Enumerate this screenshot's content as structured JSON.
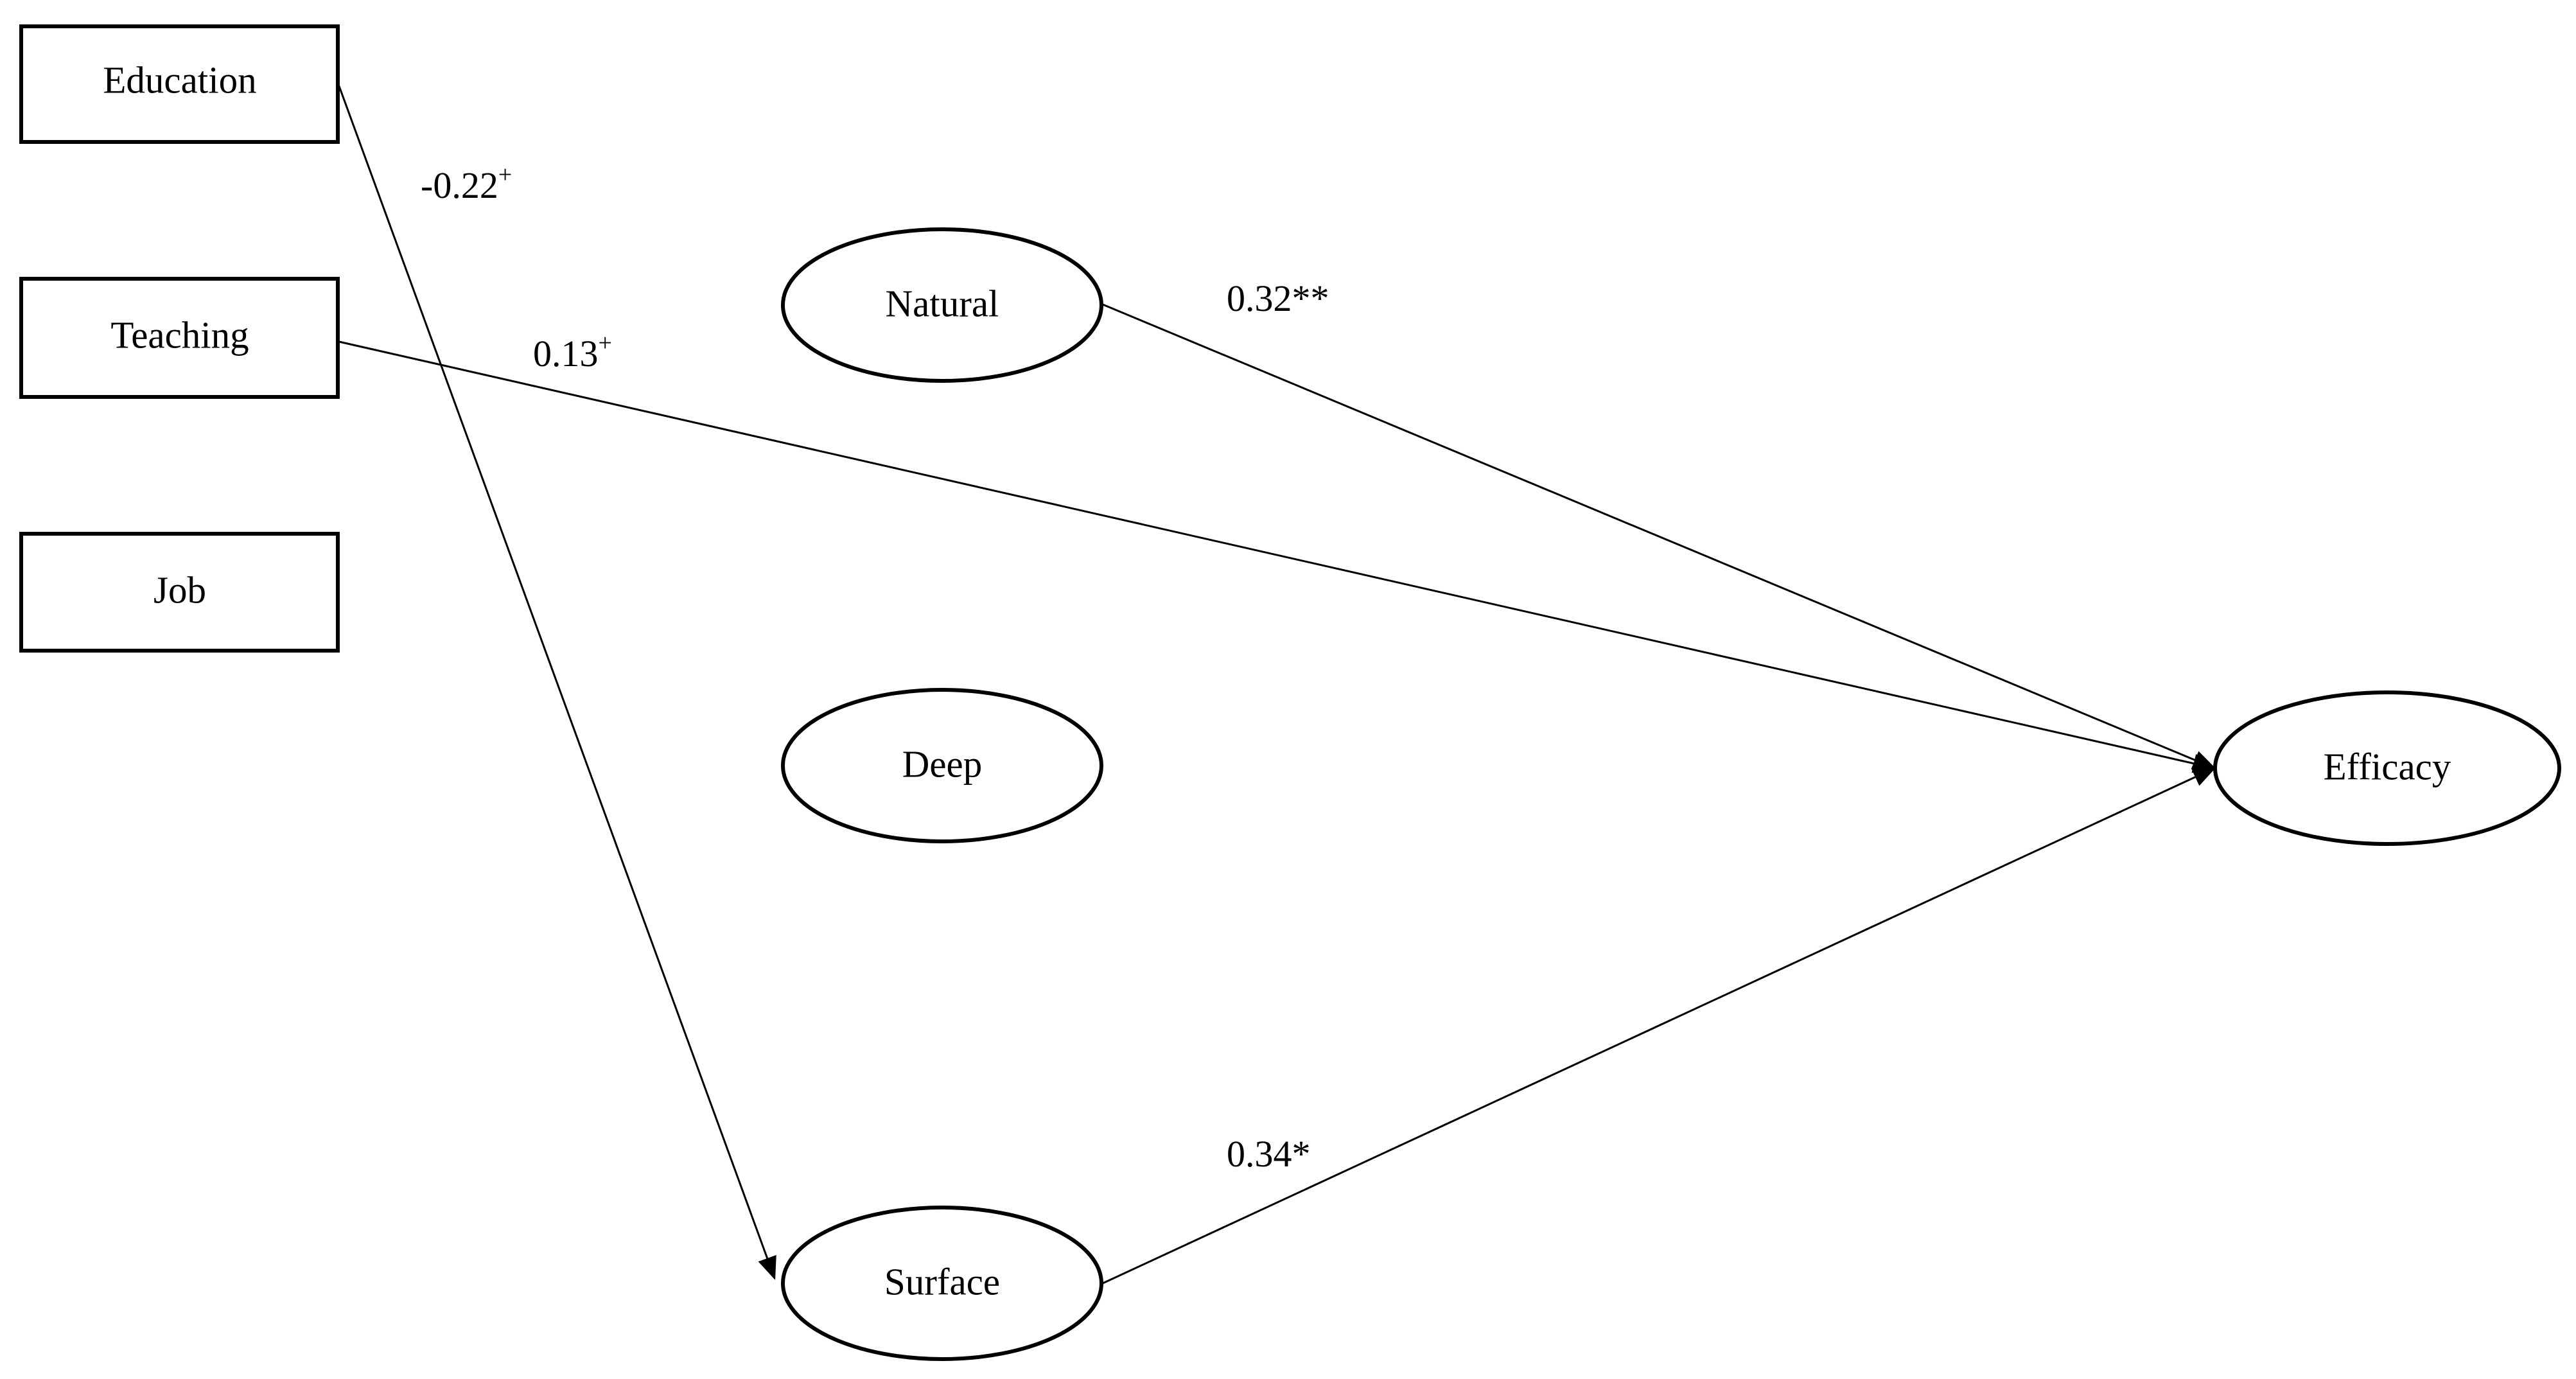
{
  "diagram": {
    "nodes": {
      "education": {
        "label": "Education",
        "shape": "rectangle"
      },
      "teaching": {
        "label": "Teaching",
        "shape": "rectangle"
      },
      "job": {
        "label": "Job",
        "shape": "rectangle"
      },
      "natural": {
        "label": "Natural",
        "shape": "ellipse"
      },
      "deep": {
        "label": "Deep",
        "shape": "ellipse"
      },
      "surface": {
        "label": "Surface",
        "shape": "ellipse"
      },
      "efficacy": {
        "label": "Efficacy",
        "shape": "ellipse"
      }
    },
    "paths": {
      "education_surface": {
        "from": "Education",
        "to": "Surface",
        "coef": "-0.22",
        "sig": "+"
      },
      "teaching_efficacy": {
        "from": "Teaching",
        "to": "Efficacy",
        "coef": "0.13",
        "sig": "+"
      },
      "natural_efficacy": {
        "from": "Natural",
        "to": "Efficacy",
        "coef": "0.32",
        "sig": "**"
      },
      "surface_efficacy": {
        "from": "Surface",
        "to": "Efficacy",
        "coef": "0.34",
        "sig": "*"
      }
    }
  },
  "colors": {
    "stroke": "#000000",
    "background": "#ffffff"
  }
}
